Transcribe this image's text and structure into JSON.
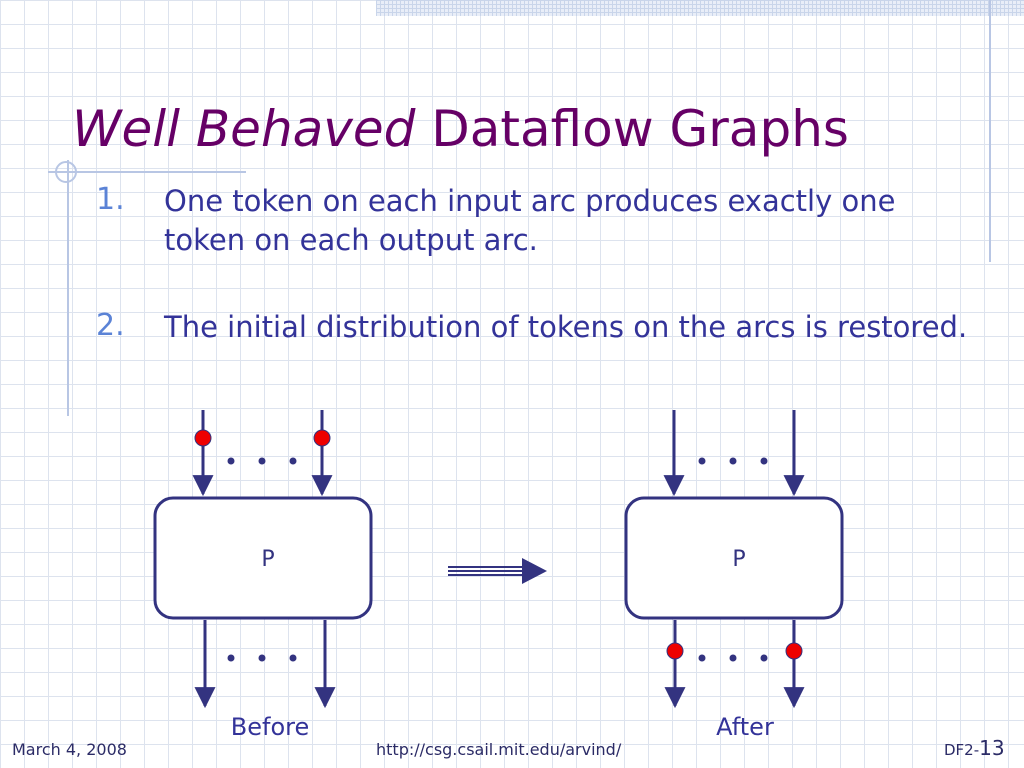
{
  "slide": {
    "title_italic": "Well Behaved",
    "title_rest": " Dataflow Graphs",
    "items": [
      {
        "num": "1.",
        "text": "One token on each input arc produces exactly one token on each output arc."
      },
      {
        "num": "2.",
        "text": "The initial distribution of tokens on the arcs is restored."
      }
    ]
  },
  "diagram": {
    "left_box_label": "P",
    "right_box_label": "P",
    "before_label": "Before",
    "after_label": "After",
    "colors": {
      "stroke": "#333380",
      "token": "#ee0000",
      "dots": "#333380"
    }
  },
  "footer": {
    "date": "March 4, 2008",
    "url": "http://csg.csail.mit.edu/arvind/",
    "page_prefix": "DF2-",
    "page_number": "13"
  }
}
